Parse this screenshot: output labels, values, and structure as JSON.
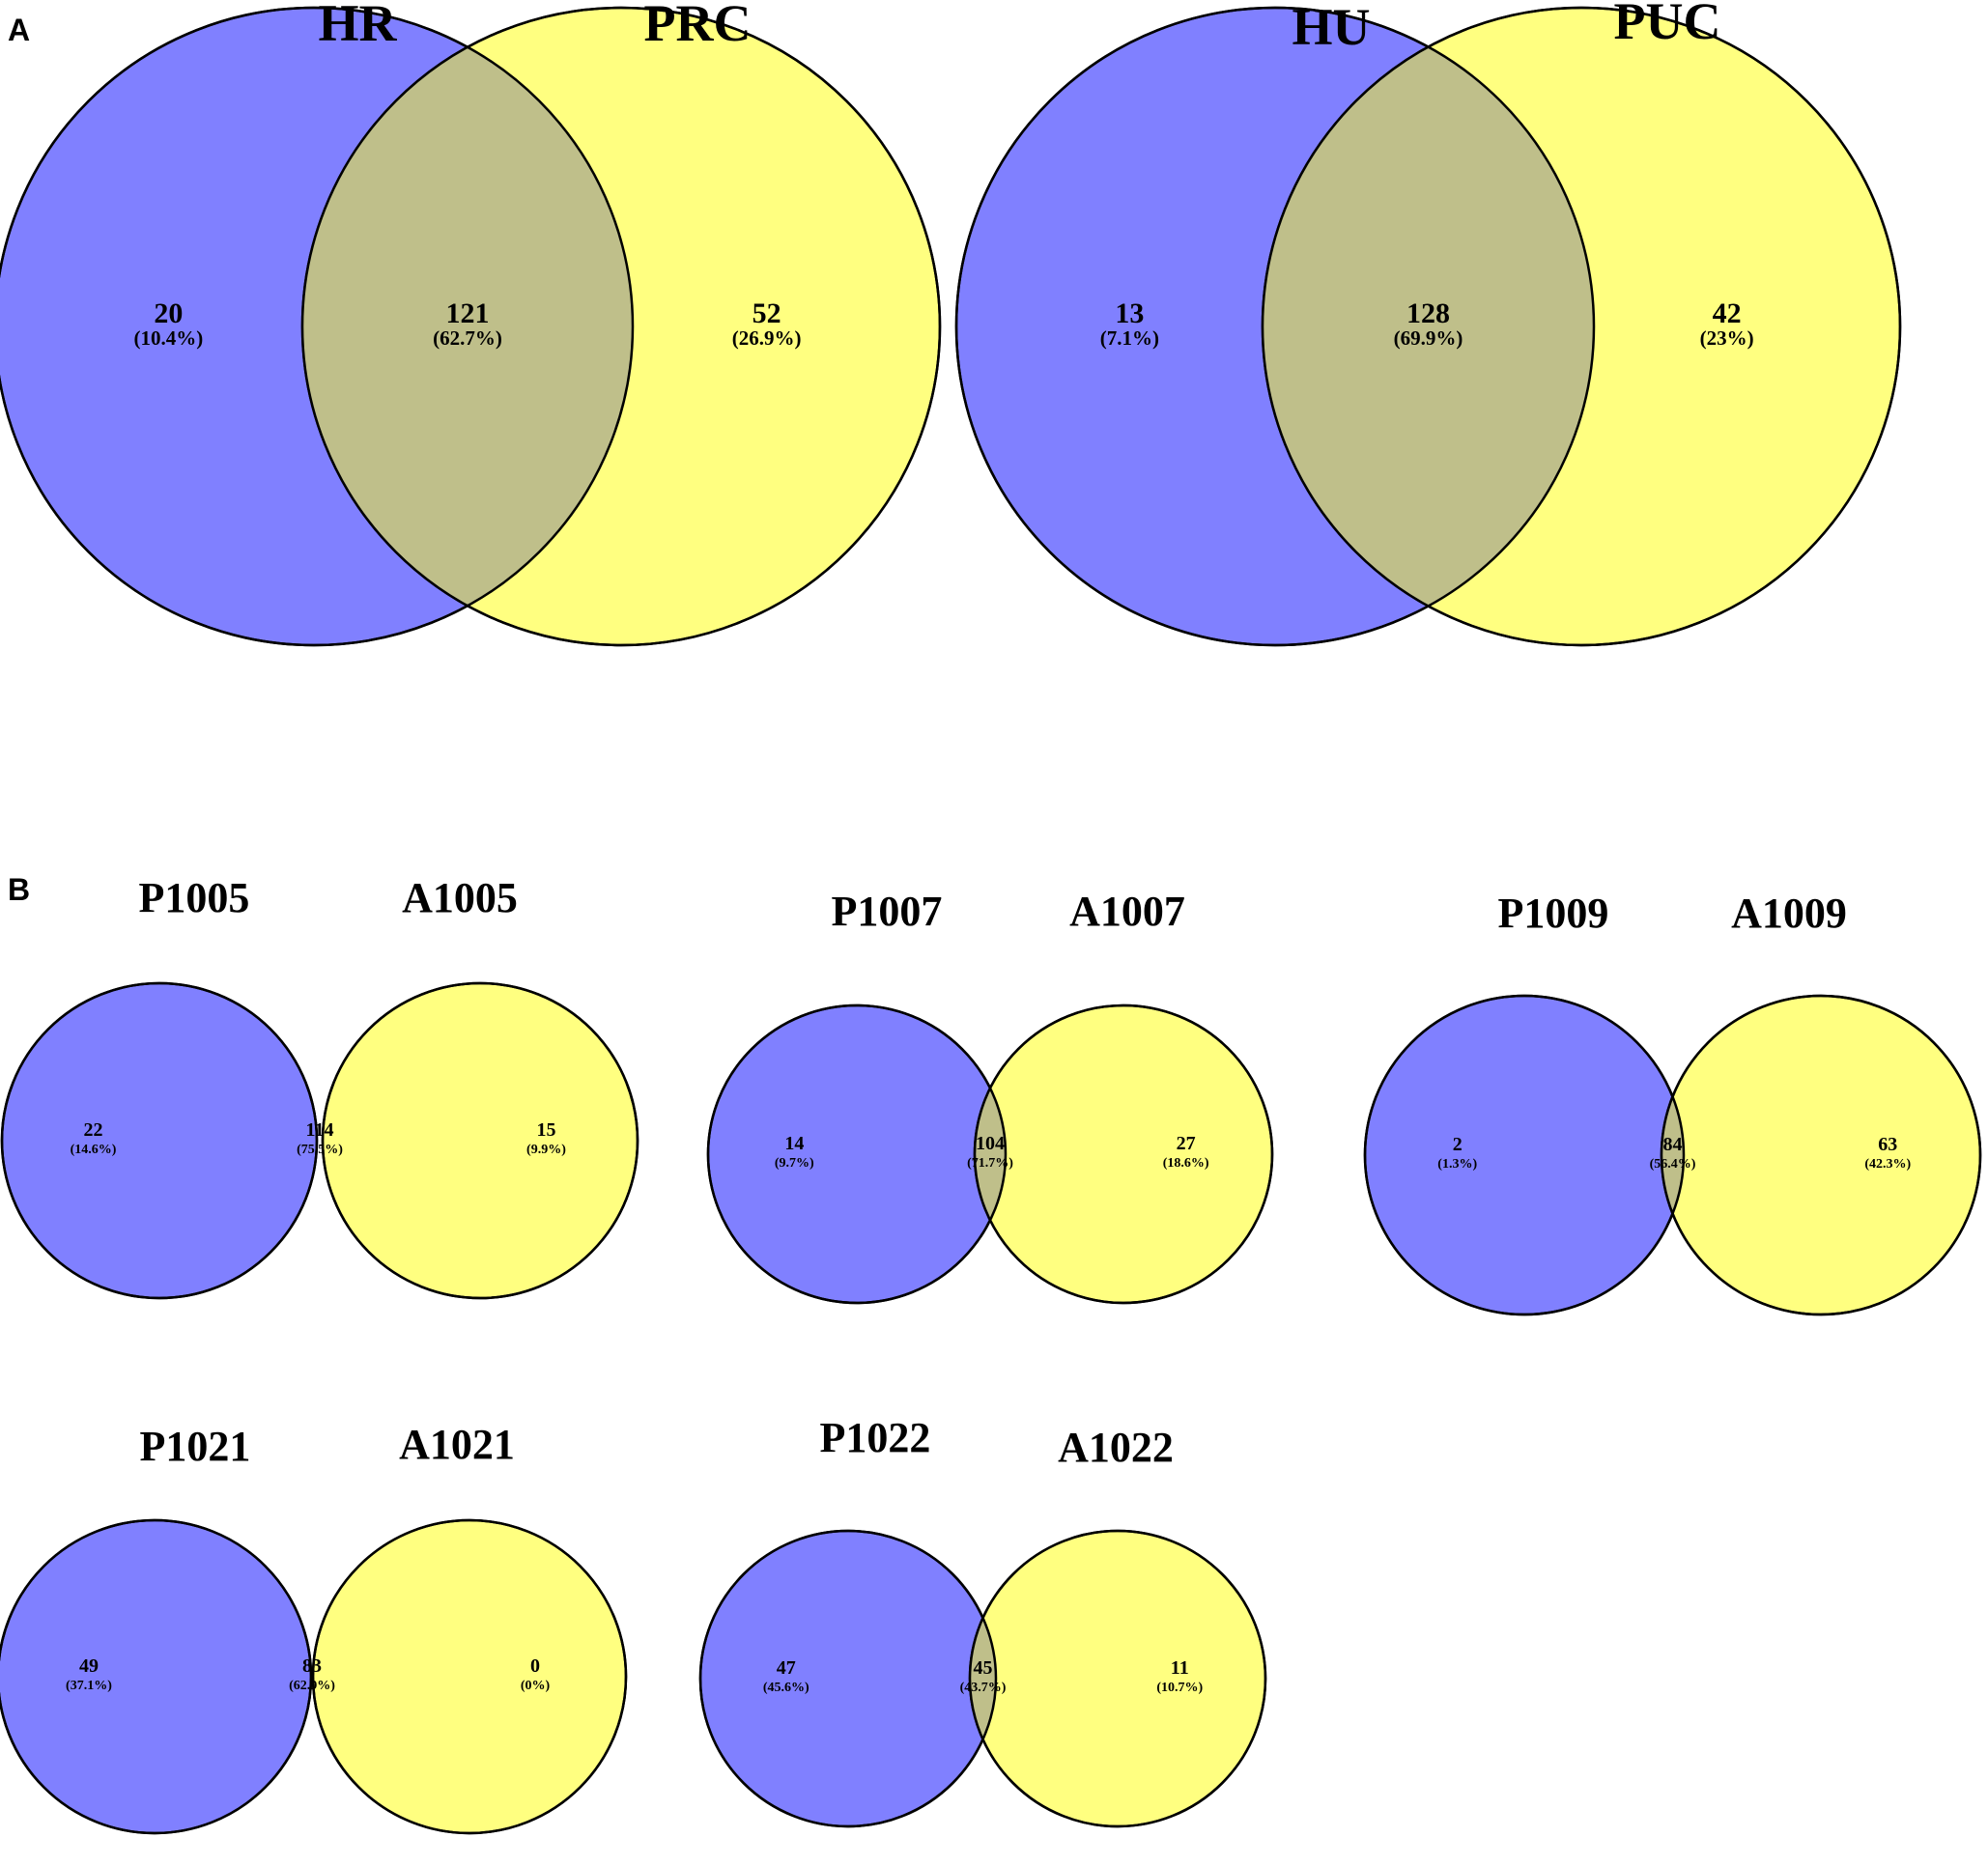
{
  "panels": {
    "a": {
      "letter": "A"
    },
    "b": {
      "letter": "B"
    }
  },
  "colors": {
    "left": "#8080ff",
    "right": "#ffff80",
    "overlap": "#bfbf8a",
    "outline": "#000000"
  },
  "venns": [
    {
      "panel": "A",
      "left_label": "HR",
      "right_label": "PRC",
      "left_only": "20",
      "left_pct": "(10.4%)",
      "both": "121",
      "both_pct": "(62.7%)",
      "right_only": "52",
      "right_pct": "(26.9%)"
    },
    {
      "panel": "A",
      "left_label": "HU",
      "right_label": "PUC",
      "left_only": "13",
      "left_pct": "(7.1%)",
      "both": "128",
      "both_pct": "(69.9%)",
      "right_only": "42",
      "right_pct": "(23%)"
    },
    {
      "panel": "B",
      "left_label": "P1005",
      "right_label": "A1005",
      "left_only": "22",
      "left_pct": "(14.6%)",
      "both": "114",
      "both_pct": "(75.5%)",
      "right_only": "15",
      "right_pct": "(9.9%)"
    },
    {
      "panel": "B",
      "left_label": "P1007",
      "right_label": "A1007",
      "left_only": "14",
      "left_pct": "(9.7%)",
      "both": "104",
      "both_pct": "(71.7%)",
      "right_only": "27",
      "right_pct": "(18.6%)"
    },
    {
      "panel": "B",
      "left_label": "P1009",
      "right_label": "A1009",
      "left_only": "2",
      "left_pct": "(1.3%)",
      "both": "84",
      "both_pct": "(56.4%)",
      "right_only": "63",
      "right_pct": "(42.3%)"
    },
    {
      "panel": "B",
      "left_label": "P1021",
      "right_label": "A1021",
      "left_only": "49",
      "left_pct": "(37.1%)",
      "both": "83",
      "both_pct": "(62.9%)",
      "right_only": "0",
      "right_pct": "(0%)"
    },
    {
      "panel": "B",
      "left_label": "P1022",
      "right_label": "A1022",
      "left_only": "47",
      "left_pct": "(45.6%)",
      "both": "45",
      "both_pct": "(43.7%)",
      "right_only": "11",
      "right_pct": "(10.7%)"
    }
  ]
}
